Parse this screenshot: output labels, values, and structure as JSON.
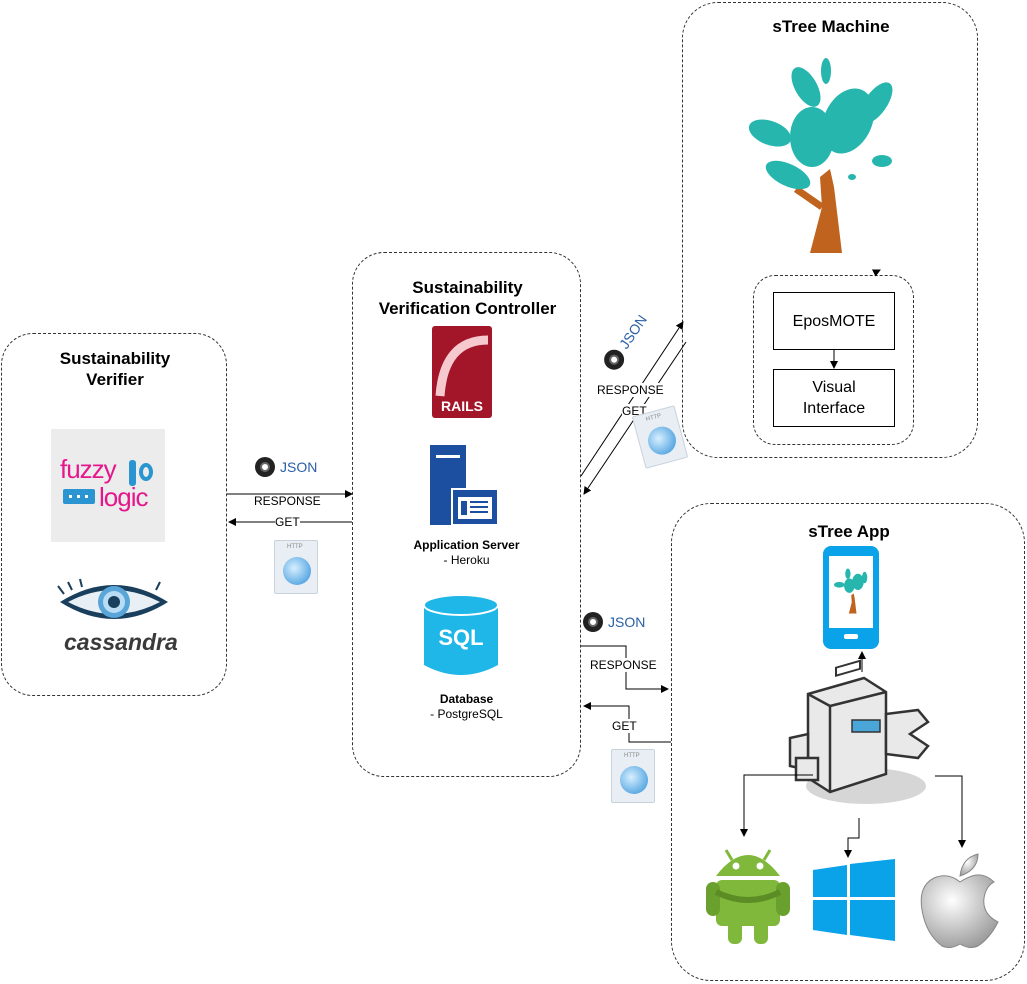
{
  "verifier": {
    "title_line1": "Sustainability",
    "title_line2": "Verifier",
    "fuzzy_line1": "fuzzy",
    "fuzzy_line2": "logic",
    "cassandra": "cassandra"
  },
  "controller": {
    "title_line1": "Sustainability",
    "title_line2": "Verification Controller",
    "rails": "RAILS",
    "app_server": "Application Server",
    "app_server_host": "- Heroku",
    "sql": "SQL",
    "database": "Database",
    "database_host": "- PostgreSQL"
  },
  "machine": {
    "title": "sTree Machine",
    "epos": "EposMOTE",
    "visual_line1": "Visual",
    "visual_line2": "Interface"
  },
  "app": {
    "title": "sTree App"
  },
  "conn_left": {
    "json": "JSON",
    "response": "RESPONSE",
    "get": "GET",
    "http": "HTTP"
  },
  "conn_top": {
    "json": "JSON",
    "response": "RESPONSE",
    "get": "GET",
    "http": "HTTP"
  },
  "conn_bottom": {
    "json": "JSON",
    "response": "RESPONSE",
    "get": "GET",
    "http": "HTTP"
  },
  "colors": {
    "tree_leaf": "#26b6ae",
    "tree_trunk": "#c0631e",
    "sql_blue": "#1fb6e8",
    "server_blue": "#1d4fa0",
    "rails_red": "#a3162a",
    "windows_blue": "#0aa2e8",
    "android_green": "#7fb83a",
    "fuzzy_pink": "#e6178c",
    "fuzzy_blue": "#2a95d0"
  }
}
